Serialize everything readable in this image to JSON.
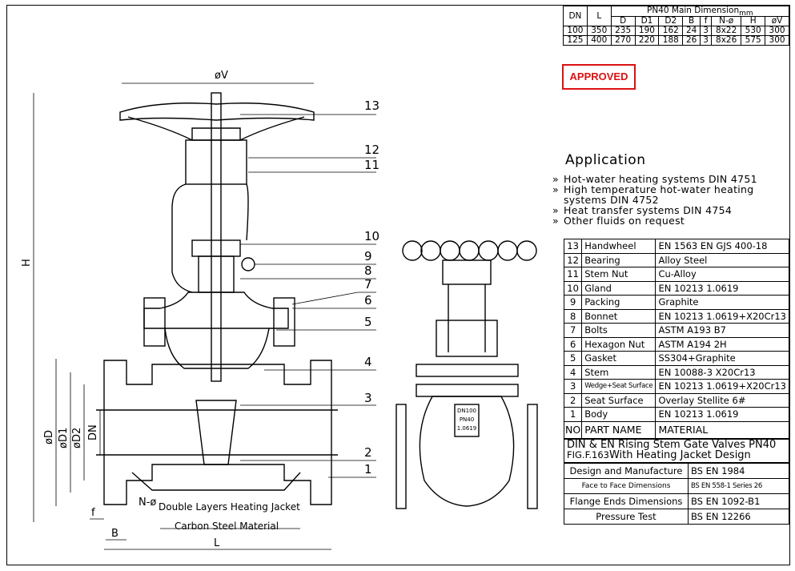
{
  "dimension_table": {
    "col_dn": "DN",
    "col_l": "L",
    "group_header": "PN40 Main Dimension",
    "unit": "mm",
    "sub_headers": [
      "D",
      "D1",
      "D2",
      "B",
      "f",
      "N-ø",
      "H",
      "øV"
    ],
    "rows": [
      [
        "100",
        "350",
        "235",
        "190",
        "162",
        "24",
        "3",
        "8x22",
        "530",
        "300"
      ],
      [
        "125",
        "400",
        "270",
        "220",
        "188",
        "26",
        "3",
        "8x26",
        "575",
        "300"
      ]
    ]
  },
  "stamp": "APPROVED",
  "application": {
    "title": "Application",
    "items": [
      "Hot-water heating systems DIN 4751",
      "High temperature hot-water heating systems DIN 4752",
      "Heat transfer systems DIN 4754",
      "Other fluids on request"
    ]
  },
  "parts": {
    "rows": [
      [
        "13",
        "Handwheel",
        "EN 1563 EN GJS 400-18"
      ],
      [
        "12",
        "Bearing",
        "Alloy Steel"
      ],
      [
        "11",
        "Stem Nut",
        "Cu-Alloy"
      ],
      [
        "10",
        "Gland",
        "EN 10213 1.0619"
      ],
      [
        "9",
        "Packing",
        "Graphite"
      ],
      [
        "8",
        "Bonnet",
        "EN 10213 1.0619+X20Cr13"
      ],
      [
        "7",
        "Bolts",
        "ASTM A193 B7"
      ],
      [
        "6",
        "Hexagon Nut",
        "ASTM A194 2H"
      ],
      [
        "5",
        "Gasket",
        "SS304+Graphite"
      ],
      [
        "4",
        "Stem",
        "EN 10088-3 X20Cr13"
      ],
      [
        "3",
        "Wedge+Seat Surface",
        "EN 10213 1.0619+X20Cr13"
      ],
      [
        "2",
        "Seat Surface",
        "Overlay Stellite 6#"
      ],
      [
        "1",
        "Body",
        "EN 10213 1.0619"
      ]
    ],
    "header": [
      "NO",
      "PART NAME",
      "MATERIAL"
    ]
  },
  "title_block": {
    "line1": "DIN & EN Rising Stem Gate Valves PN40",
    "fig": "FIG.F.163",
    "line2": "With Heating Jacket Design"
  },
  "specs": [
    [
      "Design and Manufacture",
      "BS EN 1984"
    ],
    [
      "Face to Face Dimensions",
      "BS EN 558-1 Series 26"
    ],
    [
      "Flange Ends Dimensions",
      "BS EN 1092-B1"
    ],
    [
      "Pressure Test",
      "BS EN 12266"
    ]
  ],
  "drawing": {
    "callouts": [
      "13",
      "12",
      "11",
      "10",
      "9",
      "8",
      "7",
      "6",
      "5",
      "4",
      "3",
      "2",
      "1"
    ],
    "dim_labels": {
      "v": "øV",
      "h": "H",
      "d": "øD",
      "d1": "øD1",
      "d2": "øD2",
      "dn": "DN",
      "l": "L",
      "b": "B",
      "f": "f",
      "n": "N-ø"
    },
    "notes": [
      "Double Layers Heating Jacket",
      "Carbon Steel Material"
    ],
    "body_marking": [
      "DN100",
      "PN40",
      "1.0619"
    ]
  }
}
